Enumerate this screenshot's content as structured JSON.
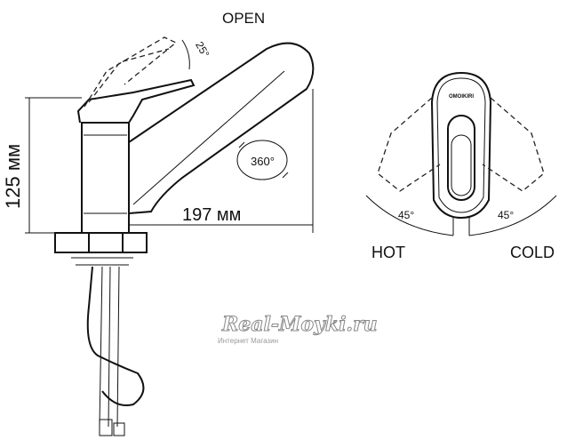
{
  "side_view": {
    "open_label": "OPEN",
    "tilt_angle_label": "25°",
    "swivel_label": "360°",
    "height_label": "125 мм",
    "reach_label": "197 мм"
  },
  "top_view": {
    "brand_logo": "OMOIKIRI",
    "left_angle_label": "45°",
    "right_angle_label": "45°",
    "hot_label": "HOT",
    "cold_label": "COLD"
  },
  "watermark": {
    "site": "Real-Moyki.ru",
    "subtitle": "Интернет Магазин"
  },
  "colors": {
    "line": "#111111",
    "watermark": "#888888"
  }
}
